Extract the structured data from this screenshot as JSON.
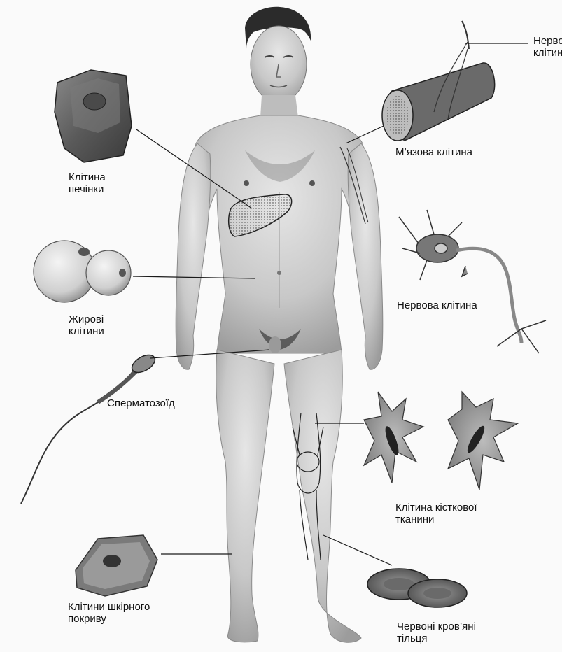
{
  "labels": {
    "nerve_top": [
      "Нервова",
      "клітина"
    ],
    "muscle": [
      "М’язова клітина"
    ],
    "liver": [
      "Клітина",
      "печінки"
    ],
    "fat": [
      "Жирові",
      "клітини"
    ],
    "nerve": [
      "Нервова клітина"
    ],
    "sperm": [
      "Сперматозоїд"
    ],
    "bone": [
      "Клітина кісткової",
      "тканини"
    ],
    "skin": [
      "Клітини шкірного",
      "покриву"
    ],
    "blood": [
      "Червоні кров’яні",
      "тільця"
    ]
  },
  "colors": {
    "background": "#fafafa",
    "skin": "#c9c9c9",
    "skin_shade": "#9a9a9a",
    "hair": "#2b2b2b",
    "line": "#1a1a1a"
  }
}
